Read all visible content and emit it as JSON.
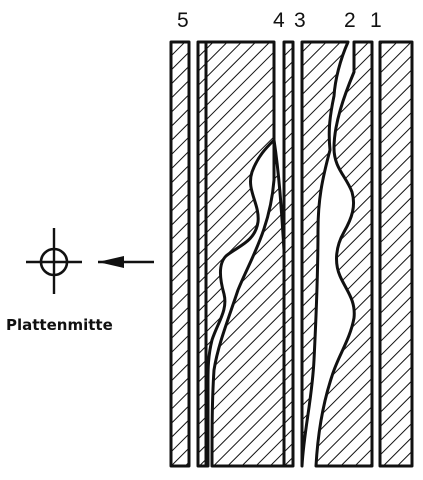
{
  "labels": {
    "layer_5": "5",
    "layer_4": "4",
    "layer_3": "3",
    "layer_2": "2",
    "layer_1": "1"
  },
  "caption": "Plattenmitte",
  "colors": {
    "ink": "#111111",
    "background": "#ffffff"
  }
}
